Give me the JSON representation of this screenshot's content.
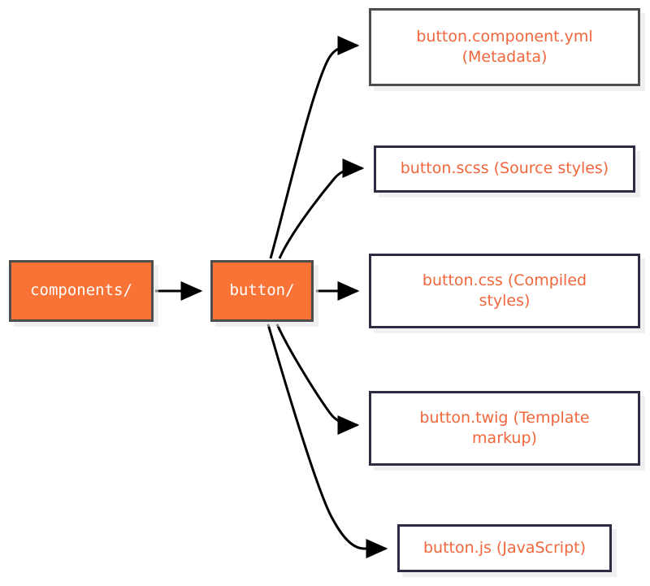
{
  "diagram": {
    "type": "flowchart",
    "direction": "left-to-right",
    "background_color": "#ffffff",
    "folder_fill_color": "#f97337",
    "folder_border_color": "#4d4d4d",
    "folder_text_color": "#ffffff",
    "file_fill_color": "#ffffff",
    "file_border_color": "#2e2b43",
    "file_text_color": "#f2663c",
    "edge_color": "#000000",
    "nodes": [
      {
        "id": "components",
        "label": "components/",
        "kind": "folder"
      },
      {
        "id": "button",
        "label": "button/",
        "kind": "folder"
      },
      {
        "id": "yml",
        "label": "button.component.yml (Metadata)",
        "kind": "file",
        "line1": "button.component.yml",
        "line2": "(Metadata)"
      },
      {
        "id": "scss",
        "label": "button.scss (Source styles)",
        "kind": "file",
        "line1": "button.scss (Source styles)",
        "line2": ""
      },
      {
        "id": "css",
        "label": "button.css (Compiled styles)",
        "kind": "file",
        "line1": "button.css (Compiled",
        "line2": "styles)"
      },
      {
        "id": "twig",
        "label": "button.twig (Template markup)",
        "kind": "file",
        "line1": "button.twig (Template",
        "line2": "markup)"
      },
      {
        "id": "js",
        "label": "button.js (JavaScript)",
        "kind": "file",
        "line1": "button.js (JavaScript)",
        "line2": ""
      }
    ],
    "edges": [
      {
        "from": "components",
        "to": "button",
        "style": "straight-arrow"
      },
      {
        "from": "button",
        "to": "yml",
        "style": "curved-arrow"
      },
      {
        "from": "button",
        "to": "scss",
        "style": "curved-arrow"
      },
      {
        "from": "button",
        "to": "css",
        "style": "straight-arrow"
      },
      {
        "from": "button",
        "to": "twig",
        "style": "curved-arrow"
      },
      {
        "from": "button",
        "to": "js",
        "style": "curved-arrow"
      }
    ]
  }
}
